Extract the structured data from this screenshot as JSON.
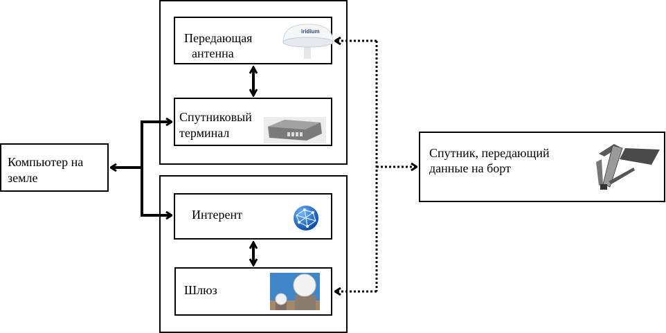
{
  "diagram": {
    "nodes": {
      "computer": {
        "label_line1": "Компьютер на",
        "label_line2": "земле"
      },
      "antenna": {
        "label_line1": "Передающая",
        "label_line2": "антенна",
        "image": "iridium-antenna",
        "image_text": "iridium"
      },
      "terminal": {
        "label_line1": "Спутниковый",
        "label_line2": "терминал",
        "image": "satellite-terminal-device"
      },
      "internet": {
        "label": "Интерент",
        "image": "globe-network"
      },
      "gateway": {
        "label": "Шлюз",
        "image": "radome-gateway-station"
      },
      "satellite": {
        "label_line1": "Спутник, передающий",
        "label_line2": "данные на борт",
        "image": "satellite"
      }
    },
    "groups": [
      "satellite-group",
      "internet-group"
    ],
    "edges": [
      {
        "from": "antenna",
        "to": "terminal",
        "style": "solid",
        "direction": "both"
      },
      {
        "from": "internet",
        "to": "gateway",
        "style": "solid",
        "direction": "both"
      },
      {
        "from": "bus",
        "to": "computer",
        "style": "solid",
        "direction": "forward"
      },
      {
        "from": "bus",
        "to": "terminal",
        "style": "solid",
        "direction": "forward"
      },
      {
        "from": "bus",
        "to": "internet",
        "style": "solid",
        "direction": "forward"
      },
      {
        "from": "dotted-bus",
        "to": "antenna",
        "style": "dotted",
        "direction": "forward"
      },
      {
        "from": "dotted-bus",
        "to": "gateway",
        "style": "dotted",
        "direction": "forward"
      },
      {
        "from": "dotted-bus",
        "to": "satellite",
        "style": "dotted",
        "direction": "forward"
      }
    ],
    "colors": {
      "line": "#000000",
      "background": "#ffffff"
    }
  }
}
